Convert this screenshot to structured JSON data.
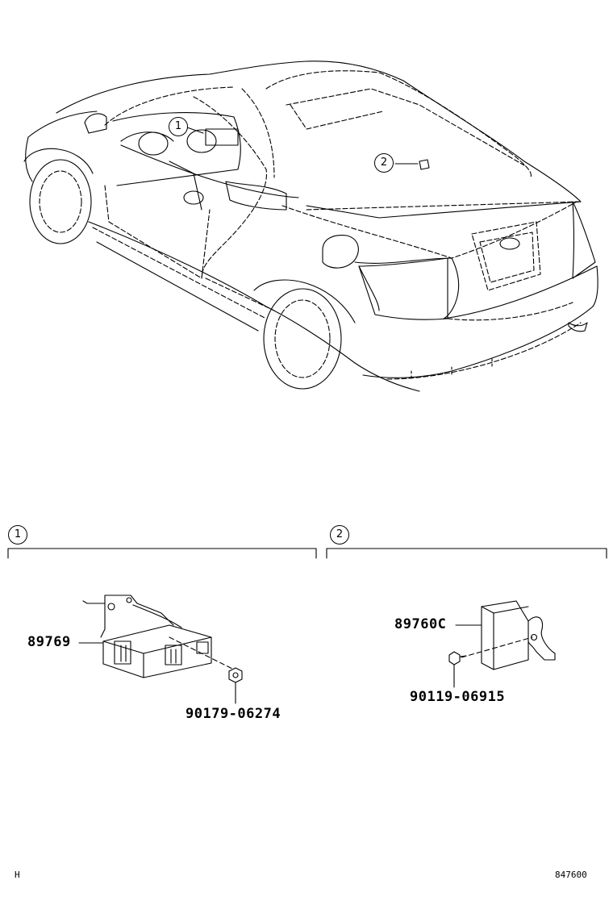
{
  "callouts": {
    "one": "1",
    "two": "2"
  },
  "sections": [
    {
      "id": "1",
      "part_numbers": [
        "89769",
        "90179-06274"
      ]
    },
    {
      "id": "2",
      "part_numbers": [
        "89760C",
        "90119-06915"
      ]
    }
  ],
  "footer": {
    "left_code": "H",
    "right_code": "847600"
  }
}
